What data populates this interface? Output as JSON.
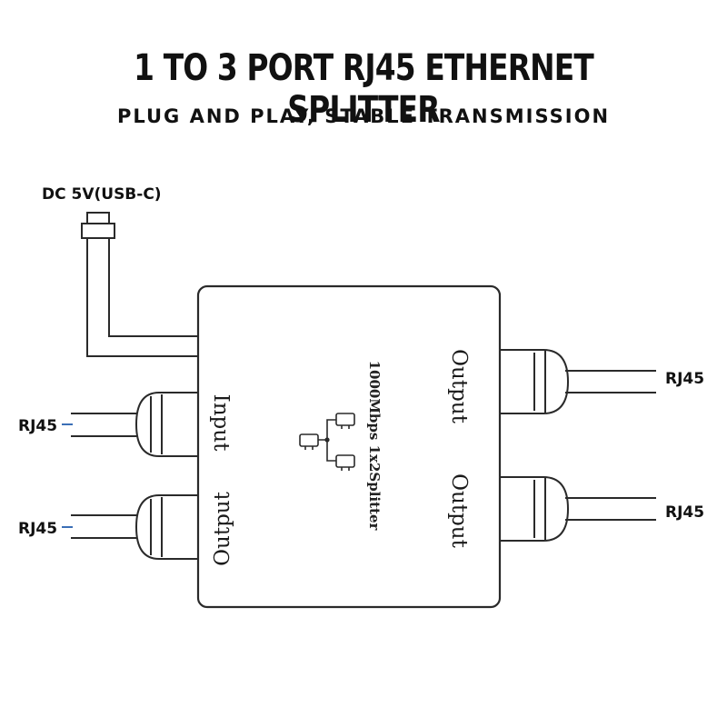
{
  "header": {
    "title": "1 TO 3 PORT RJ45 ETHERNET SPLITTER",
    "subtitle": "PLUG AND PLAY, STABLE TRANSMISSION"
  },
  "diagram": {
    "power_label": "DC 5V(USB-C)",
    "device_model_text": "1000Mbps 1x2Splitter",
    "device_icon": "network-topology-icon",
    "left_ports": [
      {
        "port_label": "Input",
        "cable_label": "RJ45"
      },
      {
        "port_label": "Output",
        "cable_label": "RJ45"
      }
    ],
    "right_ports": [
      {
        "port_label": "Output",
        "cable_label": "RJ45"
      },
      {
        "port_label": "Output",
        "cable_label": "RJ45"
      }
    ]
  }
}
